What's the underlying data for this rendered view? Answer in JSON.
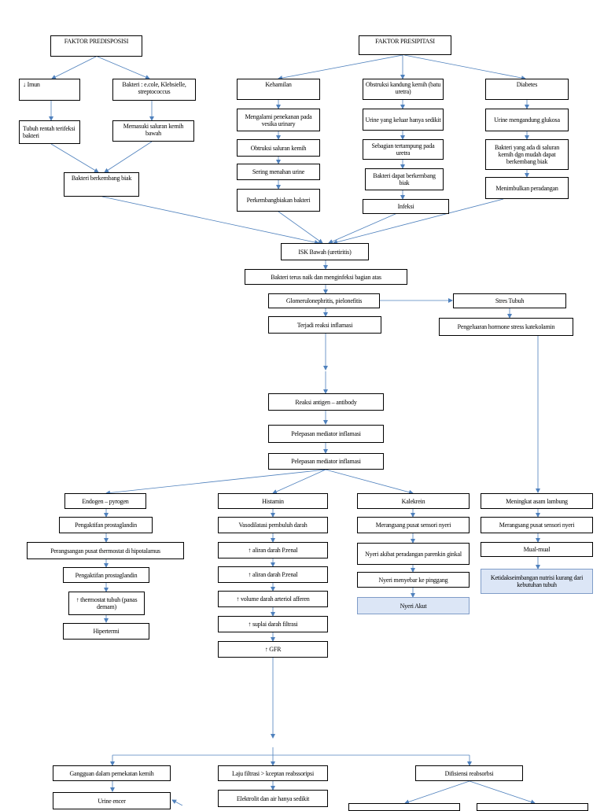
{
  "nodes": {
    "n1": "FAKTOR PREDISPOSISI",
    "n2": "FAKTOR PRESIPITASI",
    "n3": "↓ Imun",
    "n4": "Bakteri : e.cole, Klebsielle, streptococcus",
    "n5": "Kehamilan",
    "n6": "Obstruksi kandung kemih (batu uretra)",
    "n7": "Diabetes",
    "n8": "Tubuh rentah terifeksi bakteri",
    "n9": "Memasuki saluran kemih bawah",
    "n10": "Mengalami penekanan pada vesika urinary",
    "n11": "Urine yang keluar hanya sedikit",
    "n12": "Urine mengandung glukosa",
    "n13": "Obtruksi saluran kemih",
    "n14": "Sebagian tertampung pada uretra",
    "n15": "Bakteri yang ada di saluran kemih dgn mudah dapat berkembang biak",
    "n16": "Bakteri berkembang biak",
    "n17": "Sering menahan urine",
    "n18": "Bakteri dapat berkembang biak",
    "n19": "Menimbulkan peradangan",
    "n20": "Perkembangbiakan bakteri",
    "n21": "Infeksi",
    "n22": "ISK Bawah (uretiritis)",
    "n23": "Bakteri terus naik dan menginfeksi bagian atas",
    "n24": "Glomerulonephritis, pielonefitis",
    "n25": "Stres Tubuh",
    "n26": "Terjadi reaksi inflamasi",
    "n27": "Pengeluaran hormone stress katekolamin",
    "n28": "Reaksi antigen – antibody",
    "n29": "Pelepasan mediator inflamasi",
    "n30": "Pelepasan mediator inflamasi",
    "n31": "Endogen – pyrogen",
    "n32": "Histamin",
    "n33": "Kalekrein",
    "n34": "Meningkat asam lambung",
    "n35": "Pengaktifan prostaglandin",
    "n36": "Vasodilatasi pembuluh darah",
    "n37": "Merangsang pusat sensori nyeri",
    "n38": "Merangsang pusat sensori nyeri",
    "n39": "Perangsangan pusat thermostat di hipotalamus",
    "n40": "↑ aliran darah P.renal",
    "n41": "Nyeri akibat peradangan parenkin ginkal",
    "n42": "Mual-mual",
    "n43": "Pengaktifan prostaglandin",
    "n44": "↑ aliran darah P.renal",
    "n45": "Nyeri menyebar ke pinggang",
    "n46": "Ketidakseimbangan nutrisi kurang dari kebutuhan tubuh",
    "n47": "↑ thermostat tubuh (panas demam)",
    "n48": "↑ volume darah arteriol afferen",
    "n49": "Nyeri Akut",
    "n50": "Hipertermi",
    "n51": "↑ suplai darah filtrasi",
    "n52": "↑ GFR",
    "n53": "Gangguan dalam pemekatan kemih",
    "n54": "Laju filtrasi > kceptan reabssoripsi",
    "n55": "Difisiensi reabsorbsi",
    "n56": "Urine encer",
    "n57": "Elektrolit dan air hanya sedikit",
    "n58": "",
    "n59": ""
  },
  "colors": {
    "arrow": "#4f81bd",
    "border": "#000000",
    "highlight_fill": "#dce6f6"
  }
}
